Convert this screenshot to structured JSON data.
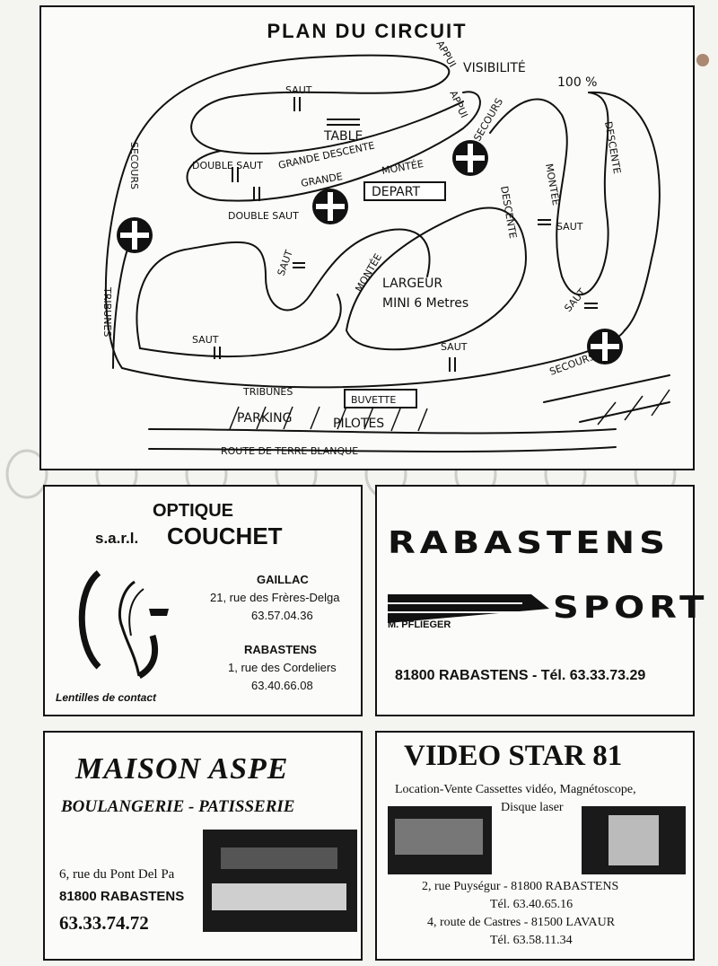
{
  "map": {
    "title": "PLAN DU CIRCUIT",
    "labels": {
      "visibilite": "VISIBILITÉ",
      "percent": "100 %",
      "appui1": "APPUI",
      "appui2": "APPUI",
      "saut_top": "SAUT",
      "table": "TABLE",
      "double_saut1": "DOUBLE SAUT",
      "grande_descente": "GRANDE DESCENTE",
      "montee1": "MONTÉE",
      "grande": "GRANDE",
      "double_saut2": "DOUBLE SAUT",
      "secours1": "SECOURS",
      "secours2": "SECOURS",
      "secours3": "SECOURS",
      "depart": "DEPART",
      "descente1": "DESCENTE",
      "descente2": "DESCENTE",
      "montee2": "MONTÉE",
      "montee3": "MONTÉE",
      "saut_r1": "SAUT",
      "saut_r2": "SAUT",
      "saut_mid": "SAUT",
      "saut_bl": "SAUT",
      "saut_bottom": "SAUT",
      "largeur": "LARGEUR",
      "mini": "MINI 6 Metres",
      "tribunes1": "TRIBUNES",
      "tribunes2": "TRIBUNES",
      "buvette": "BUVETTE",
      "parking": "PARKING",
      "pilotes": "PILOTES",
      "route": "ROUTE DE TERRE BLANQUE"
    }
  },
  "optique": {
    "title": "OPTIQUE",
    "sarl": "s.a.r.l.",
    "name": "COUCHET",
    "city1": "GAILLAC",
    "addr1": "21, rue des Frères-Delga",
    "tel1": "63.57.04.36",
    "city2": "RABASTENS",
    "addr2": "1, rue des Cordeliers",
    "tel2": "63.40.66.08",
    "tagline": "Lentilles de contact"
  },
  "rabsport": {
    "brand1": "RABASTENS",
    "brand2": "SPORT",
    "owner": "M. PFLIEGER",
    "footer": "81800 RABASTENS - Tél. 63.33.73.29"
  },
  "aspe": {
    "name": "MAISON ASPE",
    "subtitle": "BOULANGERIE - PATISSERIE",
    "addr": "6, rue du Pont Del Pa",
    "city": "81800 RABASTENS",
    "tel": "63.33.74.72"
  },
  "video": {
    "name": "VIDEO STAR 81",
    "line1": "Location-Vente Cassettes vidéo, Magnétoscope,",
    "line2": "Disque laser",
    "addr1": "2, rue Puységur - 81800 RABASTENS",
    "tel1": "Tél. 63.40.65.16",
    "addr2": "4, route de Castres - 81500 LAVAUR",
    "tel2": "Tél. 63.58.11.34"
  }
}
